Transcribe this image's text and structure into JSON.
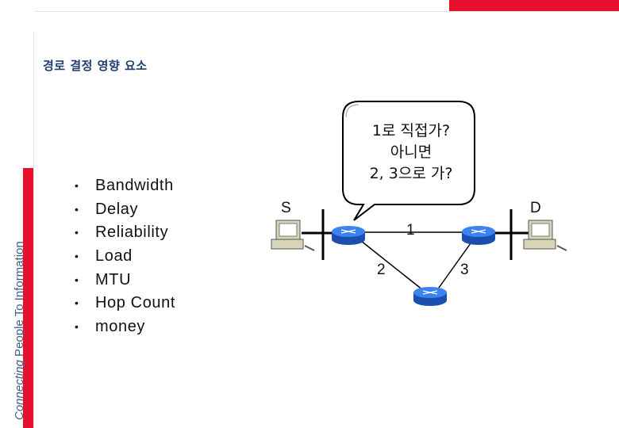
{
  "slide": {
    "title": "경로 결정 영향 요소",
    "brand_italic": "Connecting",
    "brand_rest": " People To Information"
  },
  "factors": [
    "Bandwidth",
    "Delay",
    "Reliability",
    "Load",
    "MTU",
    "Hop Count",
    "money"
  ],
  "bubble": {
    "line1": "1로 직접가?",
    "line2": "아니면",
    "line3": "2, 3으로 가?"
  },
  "network": {
    "source_label": "S",
    "dest_label": "D",
    "link_labels": [
      "1",
      "2",
      "3"
    ]
  },
  "colors": {
    "accent_red": "#e8112d",
    "router_blue": "#1a5fd6",
    "computer_beige": "#d8d4b8",
    "brand_text": "#3e5f87"
  }
}
